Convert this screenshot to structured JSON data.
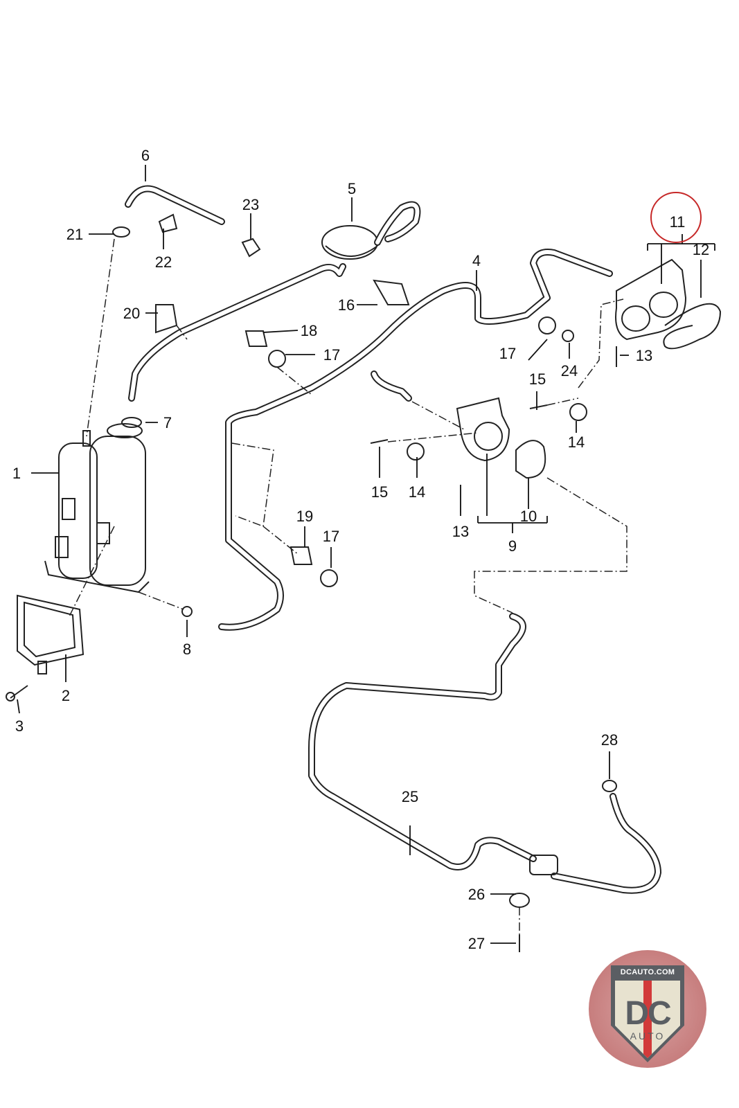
{
  "diagram": {
    "title": "Evaporative emission canister and vent hoses - exploded parts diagram",
    "highlighted_callout": "11",
    "highlight_color": "#c62828",
    "callouts": [
      "1",
      "2",
      "3",
      "4",
      "5",
      "6",
      "7",
      "8",
      "9",
      "10",
      "11",
      "12",
      "13",
      "13",
      "14",
      "14",
      "15",
      "15",
      "16",
      "17",
      "17",
      "17",
      "18",
      "19",
      "20",
      "21",
      "22",
      "23",
      "24",
      "25",
      "26",
      "27",
      "28"
    ]
  },
  "labels": {
    "c1": "1",
    "c2": "2",
    "c3": "3",
    "c4": "4",
    "c5": "5",
    "c6": "6",
    "c7": "7",
    "c8": "8",
    "c9": "9",
    "c10": "10",
    "c11": "11",
    "c12": "12",
    "c13a": "13",
    "c13b": "13",
    "c14a": "14",
    "c14b": "14",
    "c15a": "15",
    "c15b": "15",
    "c16": "16",
    "c17a": "17",
    "c17b": "17",
    "c17c": "17",
    "c18": "18",
    "c19": "19",
    "c20": "20",
    "c21": "21",
    "c22": "22",
    "c23": "23",
    "c24": "24",
    "c25": "25",
    "c26": "26",
    "c27": "27",
    "c28": "28"
  },
  "watermark": {
    "url": "DCAUTO.COM",
    "mark": "DC",
    "sub": "AUTO",
    "colors": {
      "shield": "#5a5e63",
      "stripe": "#d23a3a",
      "background": "#c77e7e"
    }
  }
}
